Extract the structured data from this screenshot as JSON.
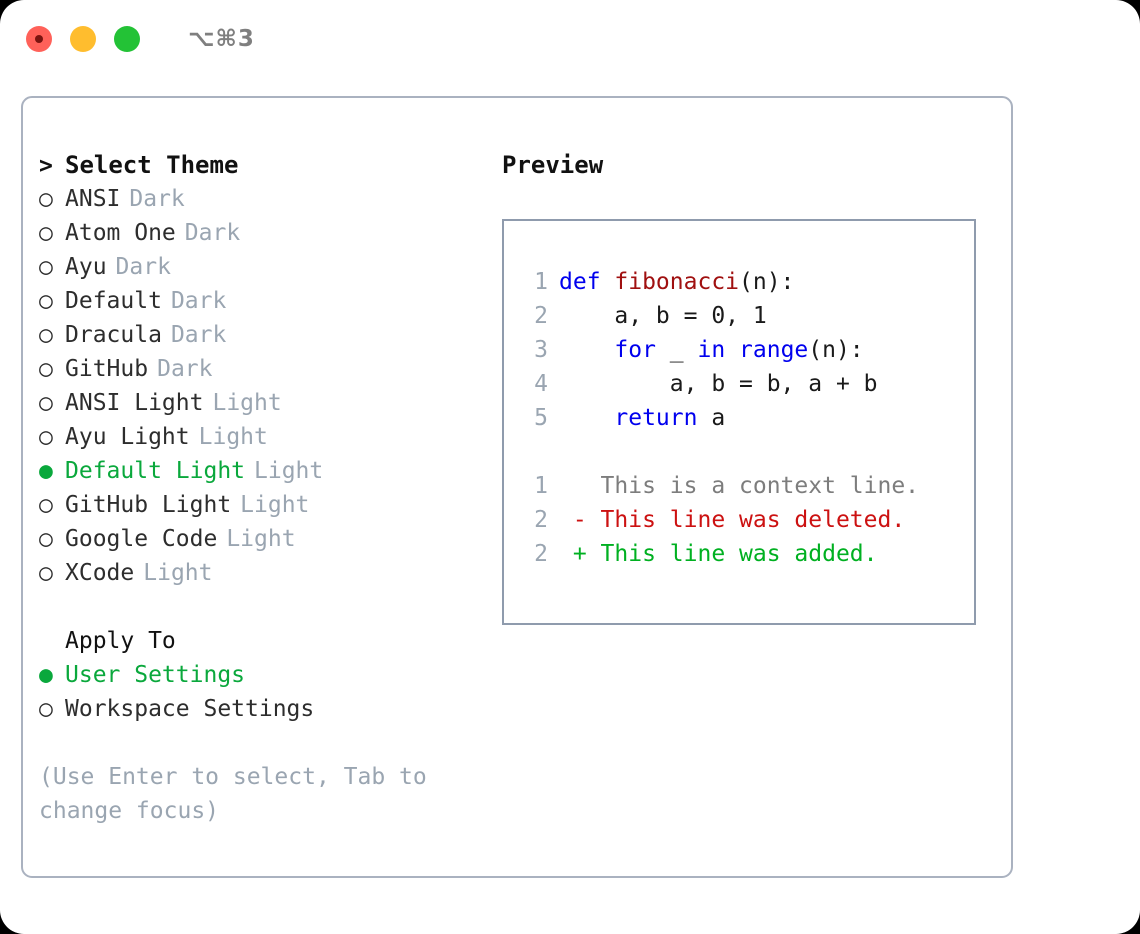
{
  "window": {
    "shortcut": "⌥⌘3",
    "traffic_lights": [
      {
        "name": "close",
        "color": "#ff6159"
      },
      {
        "name": "minimize",
        "color": "#ffbd2e"
      },
      {
        "name": "zoom",
        "color": "#23c236"
      }
    ]
  },
  "colors": {
    "accent_green": "#0aa83c",
    "muted_gray": "#9aa5b1",
    "panel_border": "#aab2c0",
    "preview_border": "#8f9bad",
    "keyword_blue": "#0000ee",
    "function_red": "#a01010",
    "diff_added": "#00b021",
    "diff_deleted": "#cc1111",
    "diff_context": "#7d7d7d"
  },
  "theme_list": {
    "caret": ">",
    "header": "Select Theme",
    "bullet_unselected": "○",
    "bullet_selected": "●",
    "items": [
      {
        "name": "ANSI",
        "variant": "Dark",
        "selected": false
      },
      {
        "name": "Atom One",
        "variant": "Dark",
        "selected": false
      },
      {
        "name": "Ayu",
        "variant": "Dark",
        "selected": false
      },
      {
        "name": "Default",
        "variant": "Dark",
        "selected": false
      },
      {
        "name": "Dracula",
        "variant": "Dark",
        "selected": false
      },
      {
        "name": "GitHub",
        "variant": "Dark",
        "selected": false
      },
      {
        "name": "ANSI Light",
        "variant": "Light",
        "selected": false
      },
      {
        "name": "Ayu Light",
        "variant": "Light",
        "selected": false
      },
      {
        "name": "Default Light",
        "variant": "Light",
        "selected": true
      },
      {
        "name": "GitHub Light",
        "variant": "Light",
        "selected": false
      },
      {
        "name": "Google Code",
        "variant": "Light",
        "selected": false
      },
      {
        "name": "XCode",
        "variant": "Light",
        "selected": false
      }
    ]
  },
  "apply_to": {
    "header": "Apply To",
    "items": [
      {
        "name": "User Settings",
        "selected": true
      },
      {
        "name": "Workspace Settings",
        "selected": false
      }
    ]
  },
  "hint": "(Use Enter to select, Tab to change focus)",
  "preview": {
    "title": "Preview",
    "code_lines": [
      {
        "number": "1",
        "tokens": [
          {
            "text": "def ",
            "type": "keyword"
          },
          {
            "text": "fibonacci",
            "type": "function"
          },
          {
            "text": "(n):",
            "type": "plain"
          }
        ]
      },
      {
        "number": "2",
        "tokens": [
          {
            "text": "    a, b = 0, 1",
            "type": "plain"
          }
        ]
      },
      {
        "number": "3",
        "tokens": [
          {
            "text": "    ",
            "type": "plain"
          },
          {
            "text": "for",
            "type": "keyword"
          },
          {
            "text": " _ ",
            "type": "plain"
          },
          {
            "text": "in range",
            "type": "keyword"
          },
          {
            "text": "(n):",
            "type": "plain"
          }
        ]
      },
      {
        "number": "4",
        "tokens": [
          {
            "text": "        a, b = b, a + b",
            "type": "plain"
          }
        ]
      },
      {
        "number": "5",
        "tokens": [
          {
            "text": "    ",
            "type": "plain"
          },
          {
            "text": "return",
            "type": "keyword"
          },
          {
            "text": " a",
            "type": "plain"
          }
        ]
      }
    ],
    "diff_lines": [
      {
        "number": "1",
        "marker": " ",
        "text": " This is a context line.",
        "kind": "context"
      },
      {
        "number": "2",
        "marker": "-",
        "text": " This line was deleted.",
        "kind": "deleted"
      },
      {
        "number": "2",
        "marker": "+",
        "text": " This line was added.",
        "kind": "added"
      }
    ]
  }
}
